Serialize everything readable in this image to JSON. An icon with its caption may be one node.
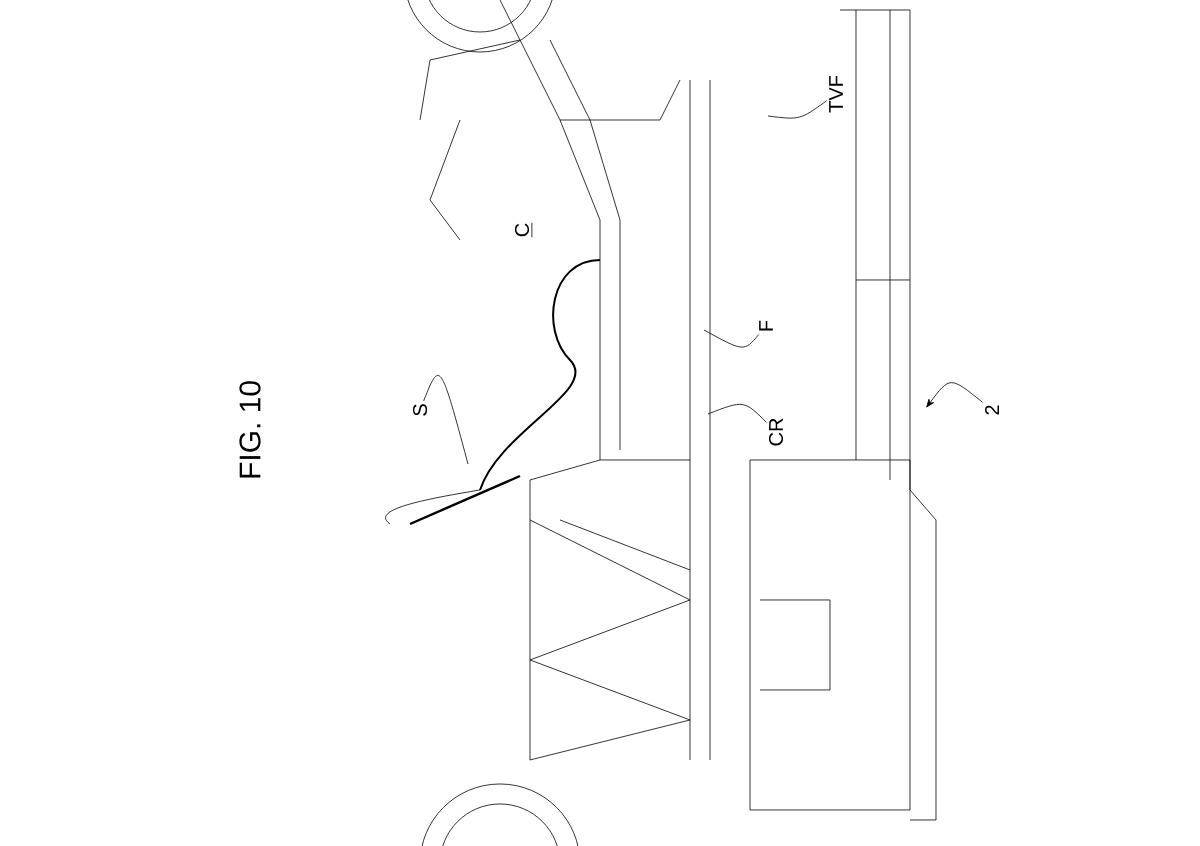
{
  "diagram": {
    "title": "FIG. 10",
    "nodes": [
      {
        "text": [
          "S"
        ]
      },
      {
        "text": [
          "TVF"
        ]
      },
      {
        "text": [
          "F"
        ]
      },
      {
        "text": [
          "CR"
        ]
      },
      {
        "text": [
          "2"
        ]
      }
    ],
    "edges": [
      {
        "from": 0,
        "to": null,
        "arrow": "none"
      },
      {
        "from": 1,
        "to": null,
        "arrow": "none"
      },
      {
        "from": 2,
        "to": null,
        "arrow": "none"
      },
      {
        "from": 3,
        "to": null,
        "arrow": "none"
      },
      {
        "from": 4,
        "to": null,
        "arrow": "to"
      }
    ],
    "labels": [
      "C"
    ]
  }
}
